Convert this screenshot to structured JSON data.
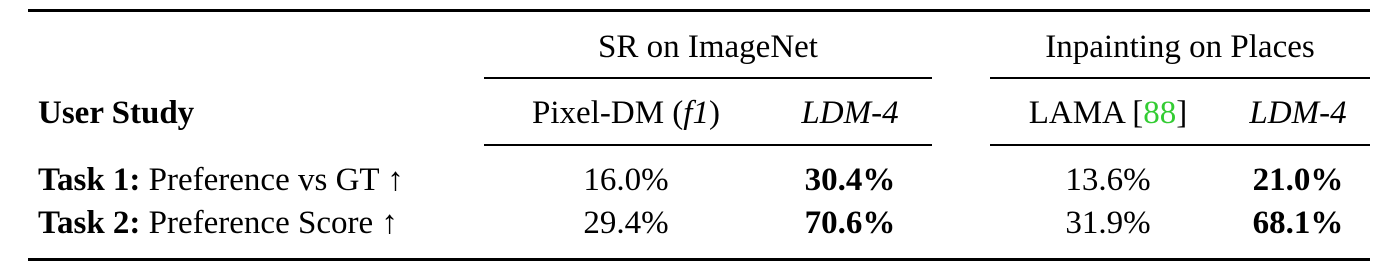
{
  "table": {
    "group_headers": {
      "sr": "SR on ImageNet",
      "inpainting": "Inpainting on Places"
    },
    "row_header_title": "User Study",
    "columns": {
      "pixel_dm_prefix": "Pixel-DM (",
      "pixel_dm_math": "f1",
      "pixel_dm_suffix": ")",
      "ldm4_sr": "LDM-4",
      "lama_prefix": "LAMA [",
      "lama_citation": "88",
      "lama_suffix": "]",
      "ldm4_inpaint": "LDM-4"
    },
    "rows": [
      {
        "task": "Task 1:",
        "description": "Preference vs GT ↑",
        "pixel_dm": "16.0%",
        "ldm4_sr": "30.4%",
        "lama": "13.6%",
        "ldm4_inpaint": "21.0%"
      },
      {
        "task": "Task 2:",
        "description": "Preference Score ↑",
        "pixel_dm": "29.4%",
        "ldm4_sr": "70.6%",
        "lama": "31.9%",
        "ldm4_inpaint": "68.1%"
      }
    ],
    "citation_color": "#33cc33"
  }
}
